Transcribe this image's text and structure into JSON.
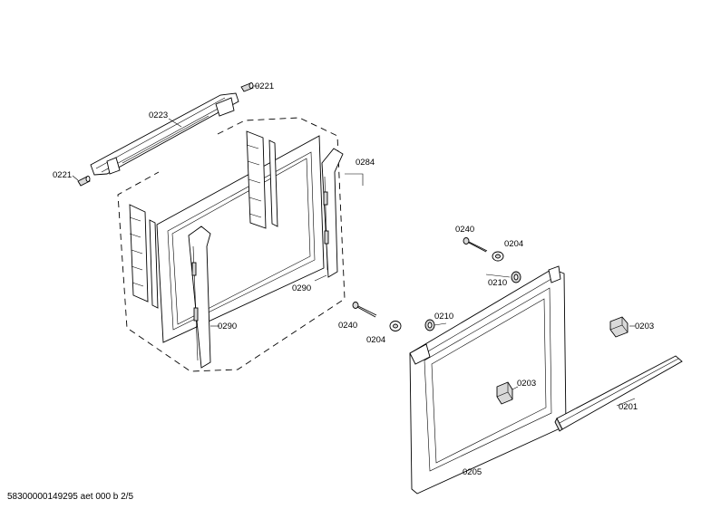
{
  "labels": {
    "l0221_top": "0221",
    "l0223": "0223",
    "l0221_left": "0221",
    "l0284": "0284",
    "l0290_right": "0290",
    "l0290_left": "0290",
    "l0240_top": "0240",
    "l0204_top": "0204",
    "l0210_top": "0210",
    "l0240_mid": "0240",
    "l0204_mid": "0204",
    "l0210_mid": "0210",
    "l0203_right": "0203",
    "l0203_door": "0203",
    "l0201": "0201",
    "l0205": "0205"
  },
  "footer": "58300000149295 aet 000 b 2/5"
}
